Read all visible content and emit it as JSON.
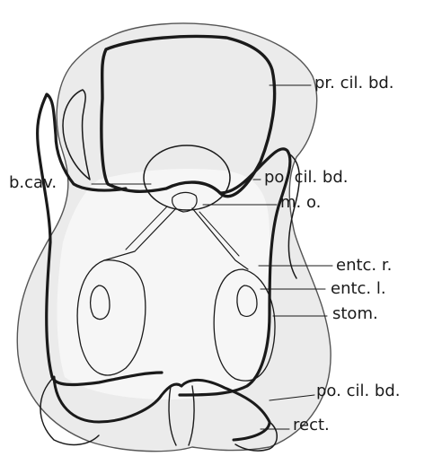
{
  "labels": {
    "pr_cil_bd": "pr. cil. bd.",
    "b_cav": "b.cav.",
    "po_cil_bd_upper": "po. cil. bd.",
    "m_o": "m. o.",
    "entc_r": "entc. r.",
    "entc_l": "entc. l.",
    "stom": "stom.",
    "po_cil_bd_lower": "po. cil. bd.",
    "rect": "rect."
  },
  "colors": {
    "ink": "#1a1a1a",
    "body_fill": "#ebebeb",
    "inner_fill": "#f6f6f6",
    "background": "#ffffff"
  }
}
